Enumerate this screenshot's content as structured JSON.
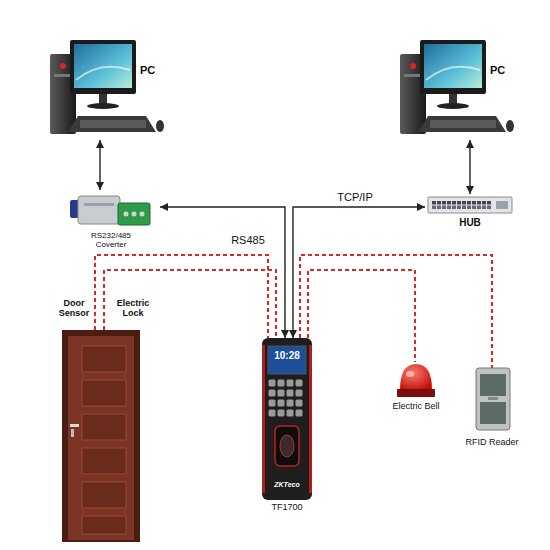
{
  "diagram": {
    "nodes": [
      {
        "text": [
          "PC"
        ]
      },
      {
        "text": [
          "PC"
        ]
      },
      {
        "text": [
          "RS232/485 Coverter"
        ]
      },
      {
        "text": [
          "HUB"
        ]
      },
      {
        "text": [
          "Door Sensor",
          "Electric Lock"
        ]
      },
      {
        "text": [
          "TF1700"
        ]
      },
      {
        "text": [
          "Electric Bell"
        ]
      },
      {
        "text": [
          "RFID Reader"
        ]
      }
    ],
    "edges": [
      {
        "from": 0,
        "to": 2,
        "arrow": "both"
      },
      {
        "from": 1,
        "to": 3,
        "arrow": "both"
      },
      {
        "from": 5,
        "to": 2,
        "label": "RS485",
        "arrow": "both"
      },
      {
        "from": 5,
        "to": 3,
        "label": "TCP/IP",
        "arrow": "both"
      },
      {
        "from": 4,
        "to": 5,
        "arrow": "none"
      },
      {
        "from": 4,
        "to": 5,
        "arrow": "none"
      },
      {
        "from": 5,
        "to": 6,
        "arrow": "none"
      },
      {
        "from": 5,
        "to": 7,
        "arrow": "none"
      }
    ],
    "labels": [
      "10:28",
      "ZKTeco"
    ]
  }
}
